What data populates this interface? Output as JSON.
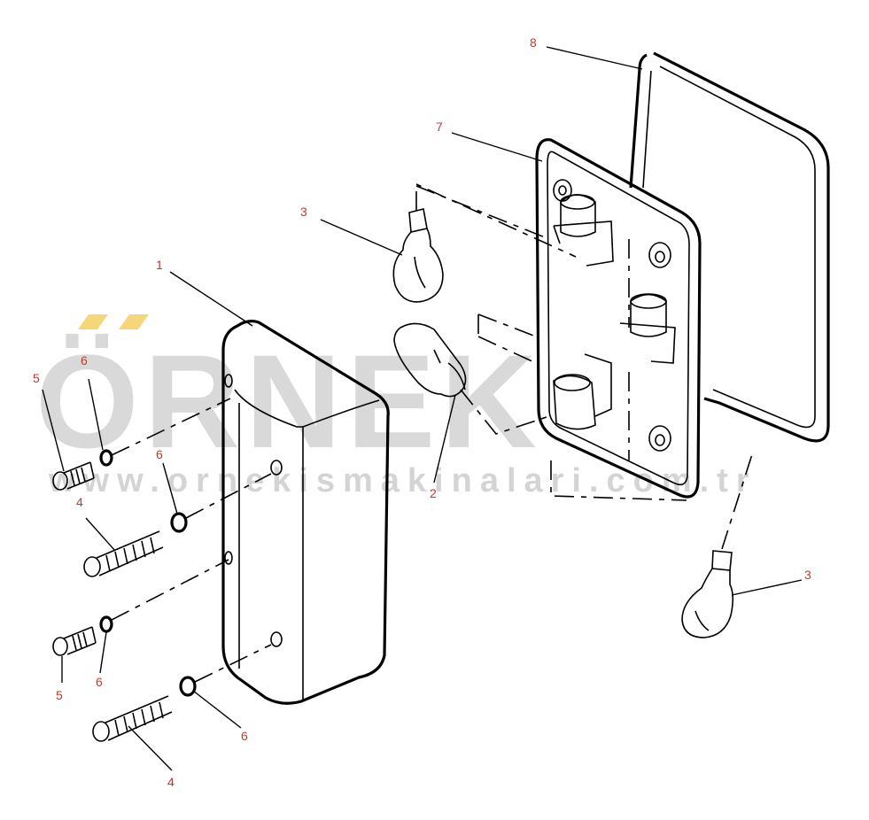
{
  "watermark": {
    "logo_text": "ÖRNEK",
    "url_text": "www.ornekismakinalari.com.tr",
    "accent_color": "#f5d77a",
    "text_color": "#d9d9d9"
  },
  "callouts": [
    {
      "id": "c8",
      "label": "8"
    },
    {
      "id": "c7",
      "label": "7"
    },
    {
      "id": "c3a",
      "label": "3"
    },
    {
      "id": "c1",
      "label": "1"
    },
    {
      "id": "c5a",
      "label": "5"
    },
    {
      "id": "c6a",
      "label": "6"
    },
    {
      "id": "c6b",
      "label": "6"
    },
    {
      "id": "c4a",
      "label": "4"
    },
    {
      "id": "c2",
      "label": "2"
    },
    {
      "id": "c3b",
      "label": "3"
    },
    {
      "id": "c5b",
      "label": "5"
    },
    {
      "id": "c6c",
      "label": "6"
    },
    {
      "id": "c6d",
      "label": "6"
    },
    {
      "id": "c4b",
      "label": "4"
    }
  ],
  "colors": {
    "callout": "#c0392b",
    "line": "#000000"
  }
}
